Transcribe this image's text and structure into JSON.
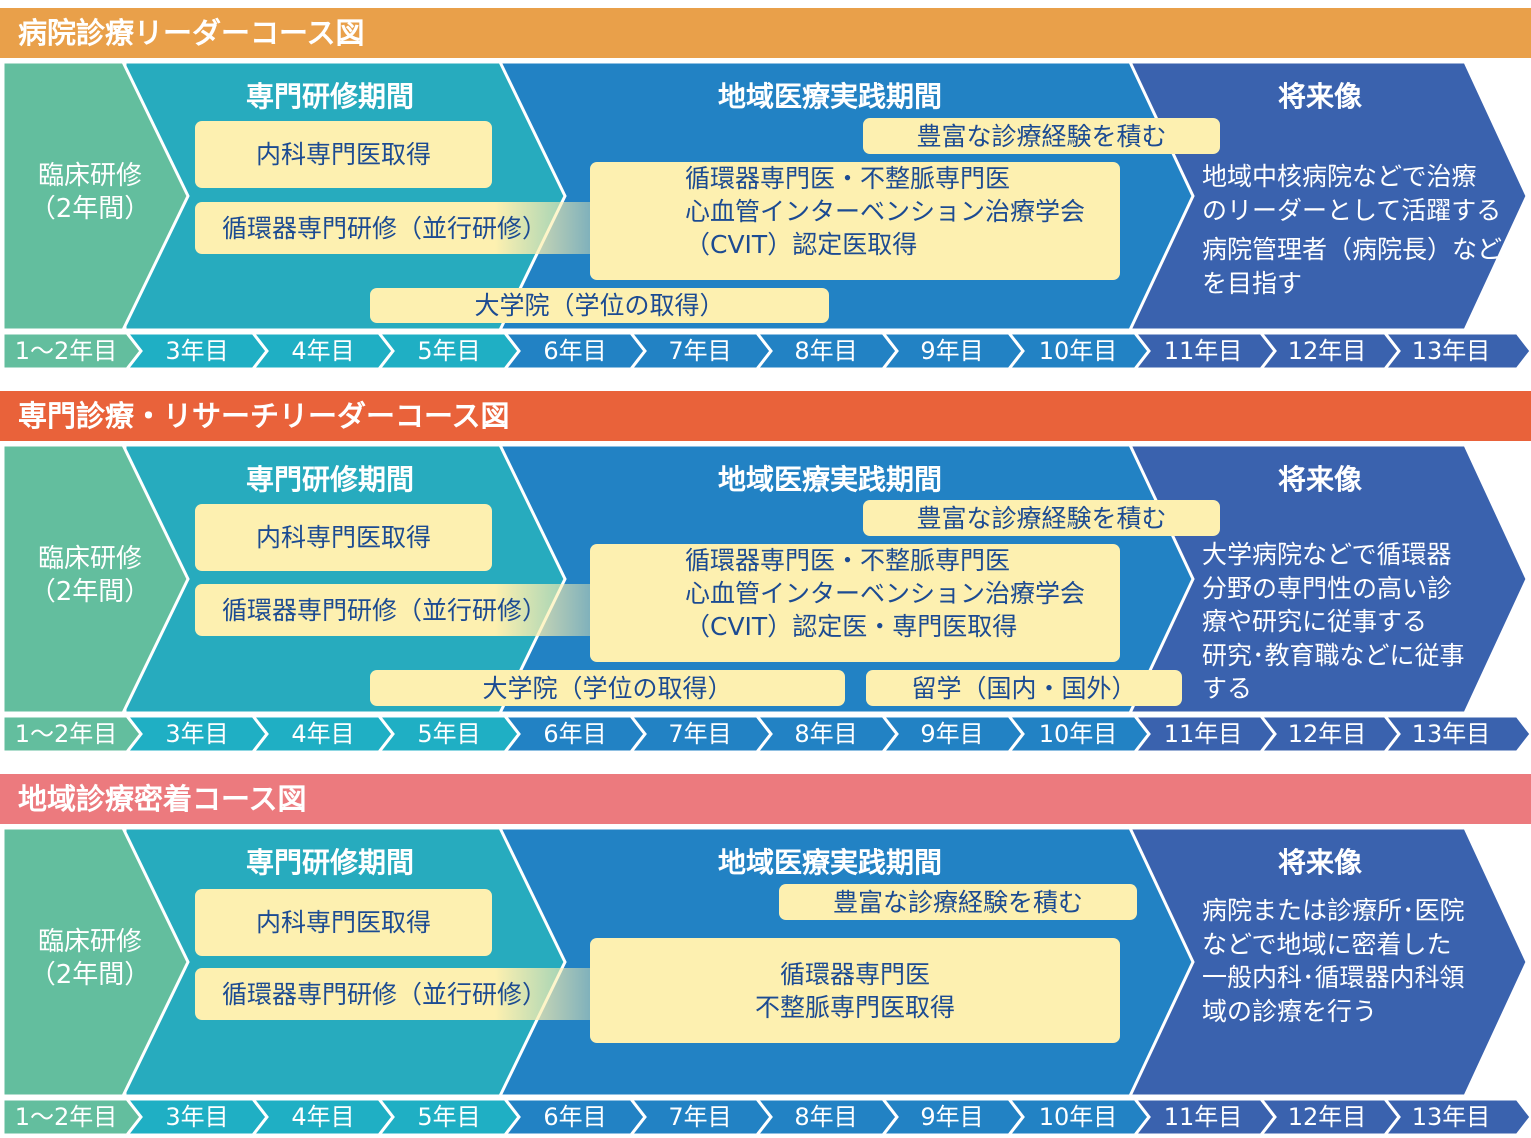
{
  "colors": {
    "clinical": "#63BE9E",
    "specialty": "#27ABBE",
    "regional": "#2282C4",
    "future": "#3A62AE",
    "box": "#FDF0B0",
    "box_text": "#1C4B92"
  },
  "years": [
    "1〜2年目",
    "3年目",
    "4年目",
    "5年目",
    "6年目",
    "7年目",
    "8年目",
    "9年目",
    "10年目",
    "11年目",
    "12年目",
    "13年目"
  ],
  "phases": {
    "clinical": [
      "臨床研修",
      "（2年間）"
    ],
    "specialty": "専門研修期間",
    "regional": "地域医療実践期間",
    "future": "将来像"
  },
  "sections": [
    {
      "title": "病院診療リーダーコース図",
      "header_color": "#E9A04A",
      "internal": "内科専門医取得",
      "cardio_training": "循環器専門研修（並行研修）",
      "experience": "豊富な診療経験を積む",
      "cert": [
        "循環器専門医・不整脈専門医",
        "心血管インターベンション治療学会",
        "（CVIT）認定医取得"
      ],
      "grad_school": "大学院（学位の取得）",
      "future": [
        "地域中核病院などで治療",
        "のリーダーとして活躍する",
        "病院管理者（病院長）など",
        "を目指す"
      ]
    },
    {
      "title": "専門診療・リサーチリーダーコース図",
      "header_color": "#E9623A",
      "internal": "内科専門医取得",
      "cardio_training": "循環器専門研修（並行研修）",
      "experience": "豊富な診療経験を積む",
      "cert": [
        "循環器専門医・不整脈専門医",
        "心血管インターベンション治療学会",
        "（CVIT）認定医・専門医取得"
      ],
      "grad_school": "大学院（学位の取得）",
      "study_abroad": "留学（国内・国外）",
      "future": [
        "大学病院などで循環器",
        "分野の専門性の高い診",
        "療や研究に従事する",
        "研究･教育職などに従事",
        "する"
      ]
    },
    {
      "title": "地域診療密着コース図",
      "header_color": "#EC7A7E",
      "internal": "内科専門医取得",
      "cardio_training": "循環器専門研修（並行研修）",
      "experience": "豊富な診療経験を積む",
      "cert": [
        "循環器専門医",
        "不整脈専門医取得"
      ],
      "future": [
        "病院または診療所･医院",
        "などで地域に密着した",
        "一般内科･循環器内科領",
        "域の診療を行う"
      ]
    }
  ]
}
